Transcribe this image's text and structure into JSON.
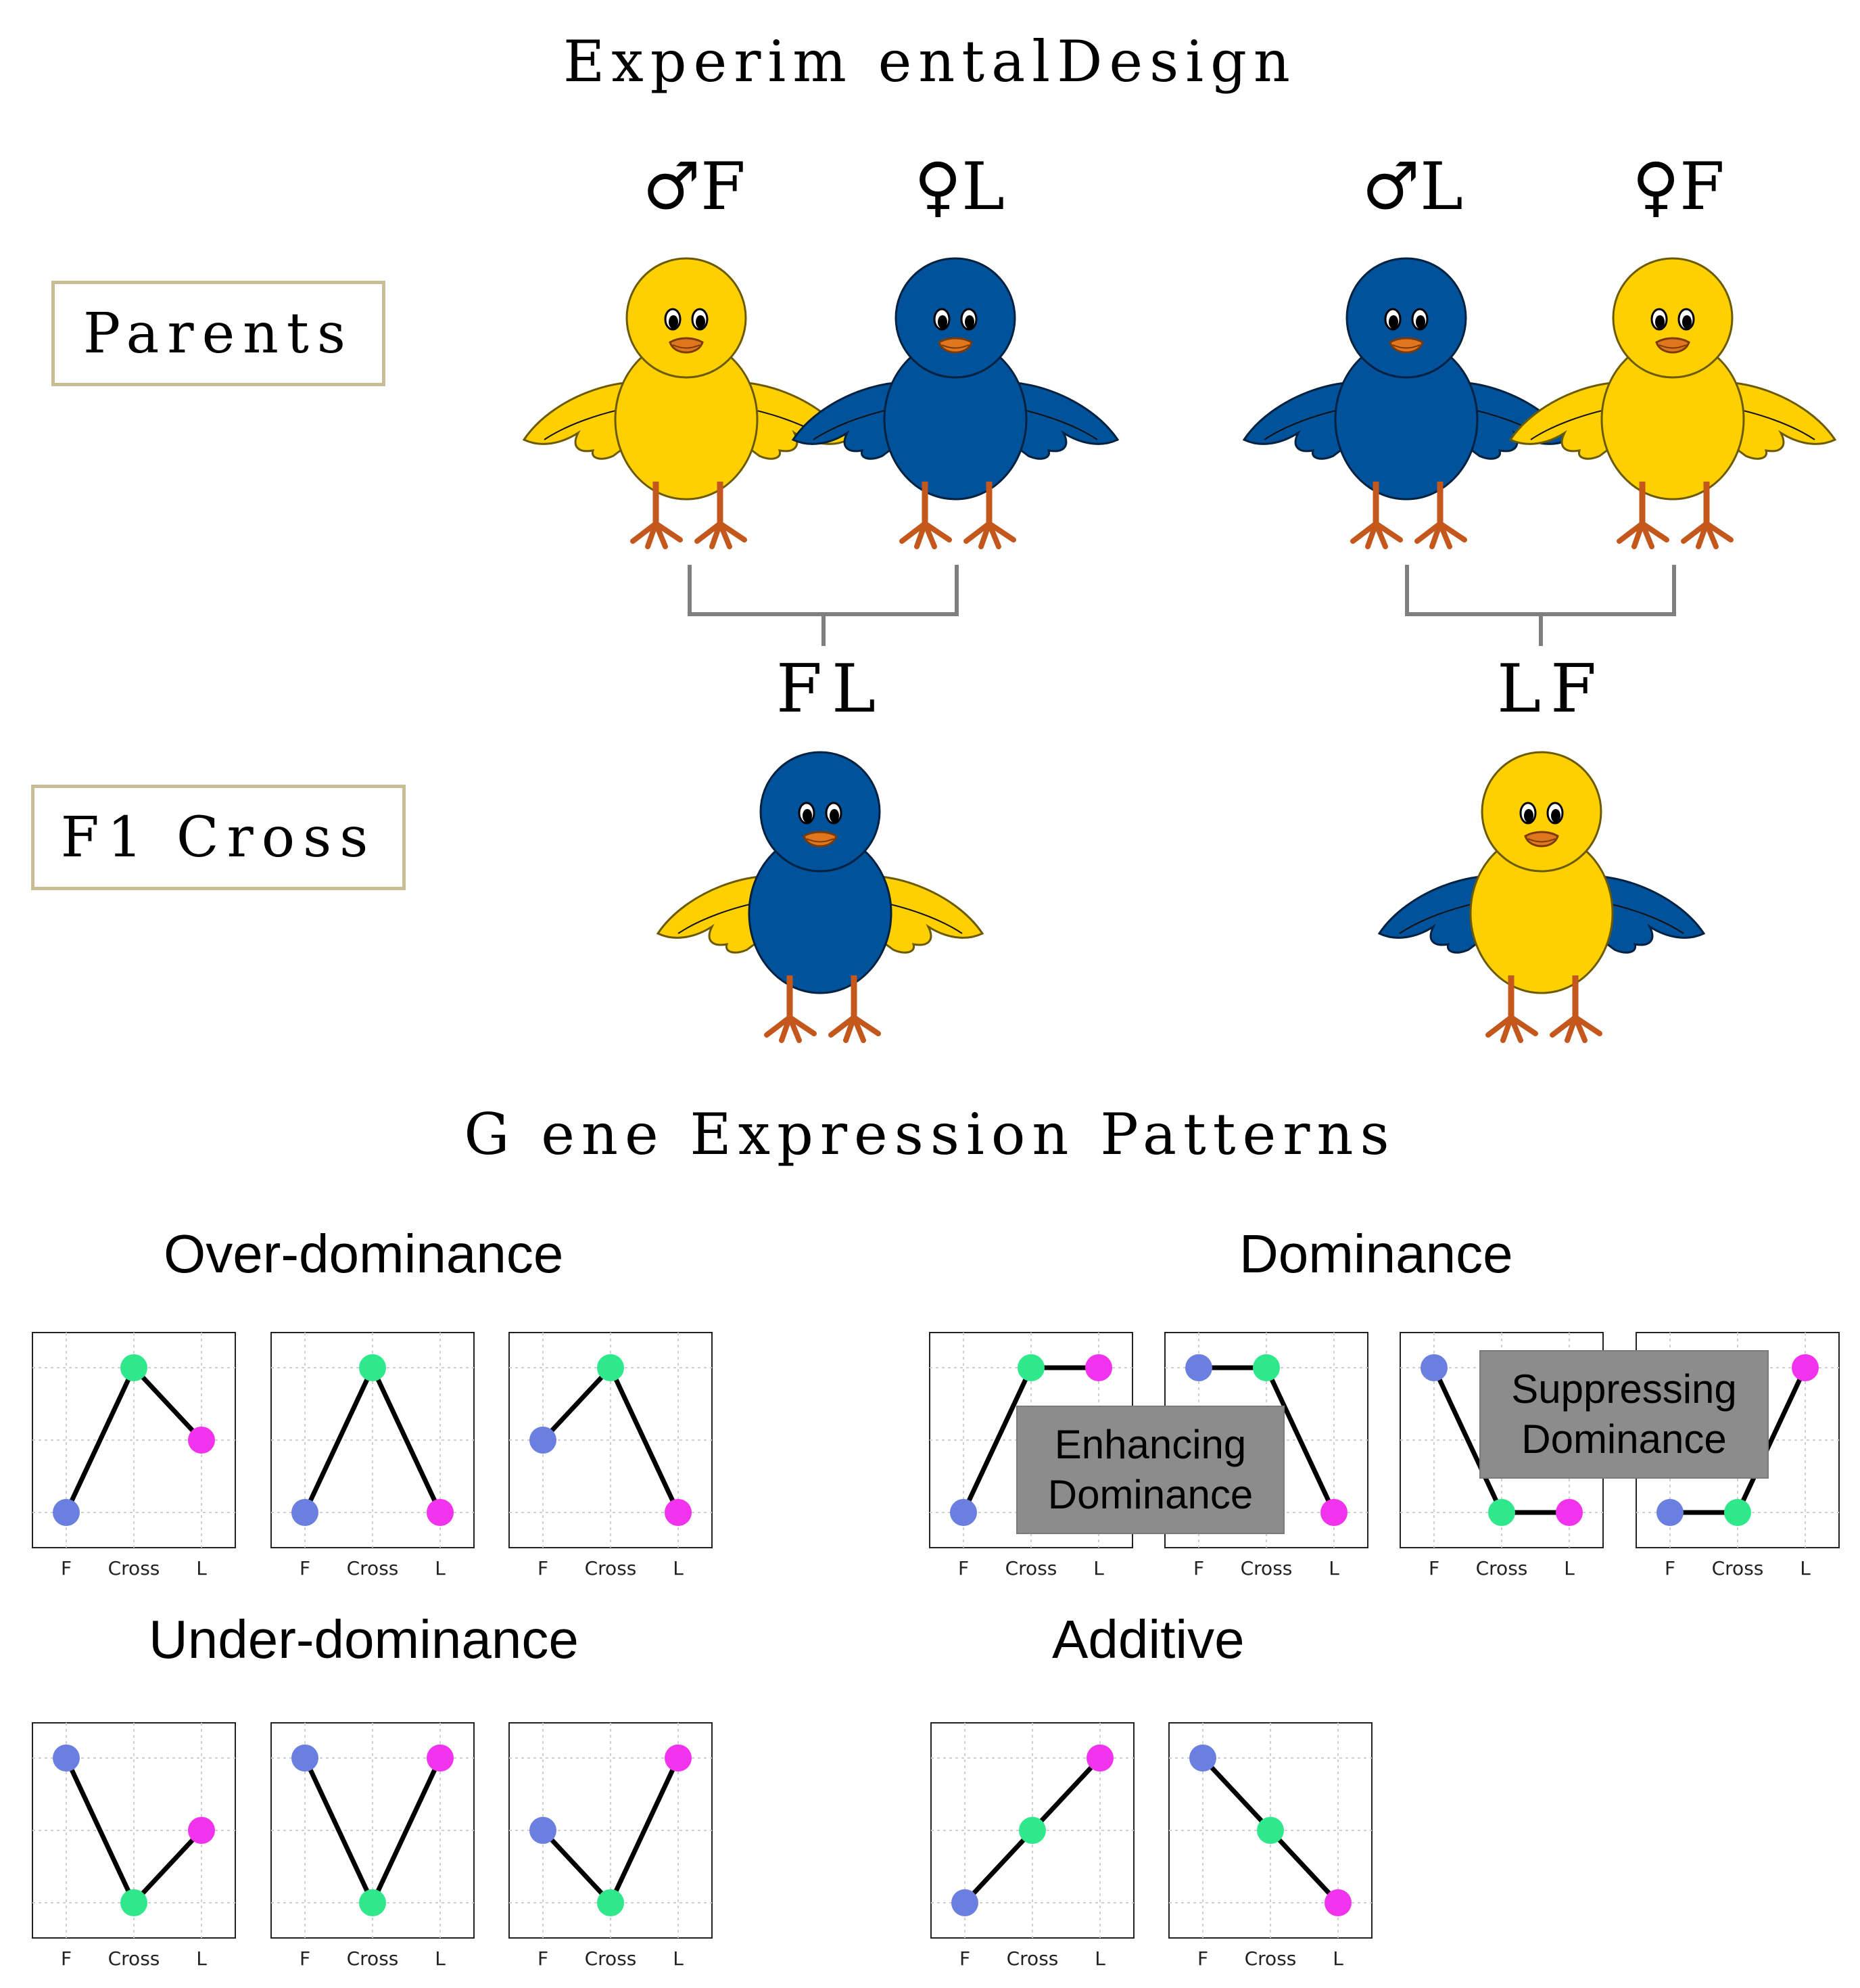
{
  "design": {
    "title": "Experim entalDesign",
    "parents_label": "Parents",
    "f1_label": "F1 Cross",
    "parent_sexes": [
      "♂F",
      "♀L",
      "♂L",
      "♀F"
    ],
    "crosses": [
      "FL",
      "LF"
    ]
  },
  "patterns": {
    "title": "G ene Expression Patterns",
    "overdominance": "Over-dominance",
    "underdominance": "Under-dominance",
    "dominance": "Dominance",
    "additive": "Additive",
    "enhancing_line1": "Enhancing",
    "enhancing_line2": "Dominance",
    "suppressing_line1": "Suppressing",
    "suppressing_line2": "Dominance"
  },
  "colors": {
    "yellow": "#ffd000",
    "blue": "#00529b",
    "beak": "#e0761e",
    "F_point": "#6b7fe0",
    "Cross_point": "#2ee88b",
    "L_point": "#f233ee"
  },
  "chart_data": [
    {
      "type": "line",
      "group": "Over-dominance",
      "categories": [
        "F",
        "Cross",
        "L"
      ],
      "values": [
        0,
        2,
        1
      ],
      "ylim": [
        0,
        2
      ]
    },
    {
      "type": "line",
      "group": "Over-dominance",
      "categories": [
        "F",
        "Cross",
        "L"
      ],
      "values": [
        0,
        2,
        0
      ],
      "ylim": [
        0,
        2
      ]
    },
    {
      "type": "line",
      "group": "Over-dominance",
      "categories": [
        "F",
        "Cross",
        "L"
      ],
      "values": [
        1,
        2,
        0
      ],
      "ylim": [
        0,
        2
      ]
    },
    {
      "type": "line",
      "group": "Dominance",
      "categories": [
        "F",
        "Cross",
        "L"
      ],
      "values": [
        0,
        2,
        2
      ],
      "ylim": [
        0,
        2
      ]
    },
    {
      "type": "line",
      "group": "Dominance",
      "categories": [
        "F",
        "Cross",
        "L"
      ],
      "values": [
        2,
        2,
        0
      ],
      "ylim": [
        0,
        2
      ]
    },
    {
      "type": "line",
      "group": "Dominance",
      "categories": [
        "F",
        "Cross",
        "L"
      ],
      "values": [
        2,
        0,
        0
      ],
      "ylim": [
        0,
        2
      ]
    },
    {
      "type": "line",
      "group": "Dominance",
      "categories": [
        "F",
        "Cross",
        "L"
      ],
      "values": [
        0,
        0,
        2
      ],
      "ylim": [
        0,
        2
      ]
    },
    {
      "type": "line",
      "group": "Under-dominance",
      "categories": [
        "F",
        "Cross",
        "L"
      ],
      "values": [
        2,
        0,
        1
      ],
      "ylim": [
        0,
        2
      ]
    },
    {
      "type": "line",
      "group": "Under-dominance",
      "categories": [
        "F",
        "Cross",
        "L"
      ],
      "values": [
        2,
        0,
        2
      ],
      "ylim": [
        0,
        2
      ]
    },
    {
      "type": "line",
      "group": "Under-dominance",
      "categories": [
        "F",
        "Cross",
        "L"
      ],
      "values": [
        1,
        0,
        2
      ],
      "ylim": [
        0,
        2
      ]
    },
    {
      "type": "line",
      "group": "Additive",
      "categories": [
        "F",
        "Cross",
        "L"
      ],
      "values": [
        0,
        1,
        2
      ],
      "ylim": [
        0,
        2
      ]
    },
    {
      "type": "line",
      "group": "Additive",
      "categories": [
        "F",
        "Cross",
        "L"
      ],
      "values": [
        2,
        1,
        0
      ],
      "ylim": [
        0,
        2
      ]
    }
  ]
}
